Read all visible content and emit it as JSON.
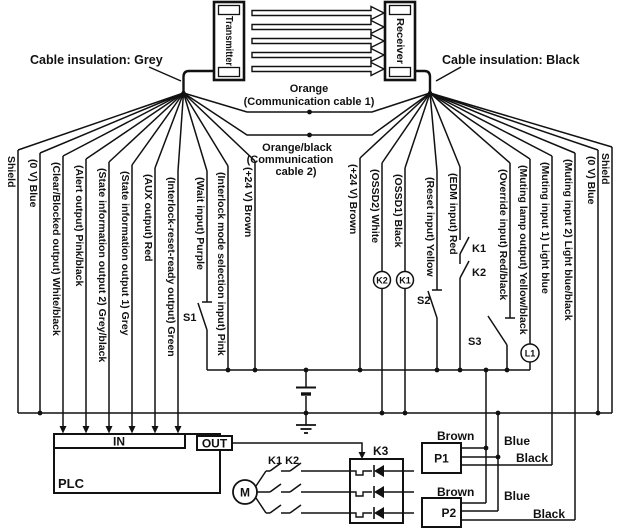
{
  "ink": "#111111",
  "devices": {
    "transmitter": "Transmitter",
    "receiver": "Receiver"
  },
  "cable_labels": {
    "left": "Cable insulation: Grey",
    "right": "Cable insulation: Black"
  },
  "comm_cable1": {
    "line1": "Orange",
    "line2": "(Communication cable 1)"
  },
  "comm_cable2": {
    "line1": "Orange/black",
    "line2": "(Communication",
    "line3": "cable 2)"
  },
  "left_wires": [
    {
      "label": "Shield"
    },
    {
      "label": "(0 V) Blue"
    },
    {
      "label": "(Clear/Blocked output) White/black"
    },
    {
      "label": "(Alert output) Pink/black"
    },
    {
      "label": "(State information output 2) Grey/black"
    },
    {
      "label": "(State information output 1) Grey"
    },
    {
      "label": "(AUX output) Red"
    },
    {
      "label": "(Interlock-reset-ready output) Green"
    },
    {
      "label": "(Wait input) Purple"
    },
    {
      "label": "(Interlock mode selection input) Pink"
    },
    {
      "label": "(+24 V) Brown"
    }
  ],
  "right_wires": [
    {
      "label": "(+24 V) Brown"
    },
    {
      "label": "(OSSD2) White"
    },
    {
      "label": "(OSSD1) Black"
    },
    {
      "label": "(Reset input) Yellow"
    },
    {
      "label": "(EDM input) Red"
    },
    {
      "label": "(Override input) Red/black"
    },
    {
      "label": "(Muting lamp output) Yellow/black"
    },
    {
      "label": "(Muting input 1) Light blue"
    },
    {
      "label": "(Muting input 2) Light blue/black"
    },
    {
      "label": "(0 V) Blue"
    },
    {
      "label": "Shield"
    }
  ],
  "switches": {
    "s1": "S1",
    "s2": "S2",
    "s3": "S3"
  },
  "relay_coils": {
    "k1": "K1",
    "k2": "K2"
  },
  "edm_contacts": {
    "k1": "K1",
    "k2": "K2"
  },
  "lamp": {
    "l1": "L1"
  },
  "motor": {
    "m": "M"
  },
  "plc": {
    "name": "PLC",
    "in_port": "IN",
    "out_port": "OUT"
  },
  "contactors": {
    "k1k2": "K1 K2",
    "k3": "K3"
  },
  "sensors": {
    "p1": {
      "name": "P1",
      "wire1": "Brown",
      "wire2": "Blue",
      "wire3": "Black"
    },
    "p2": {
      "name": "P2",
      "wire1": "Brown",
      "wire2": "Blue",
      "wire3": "Black"
    }
  }
}
